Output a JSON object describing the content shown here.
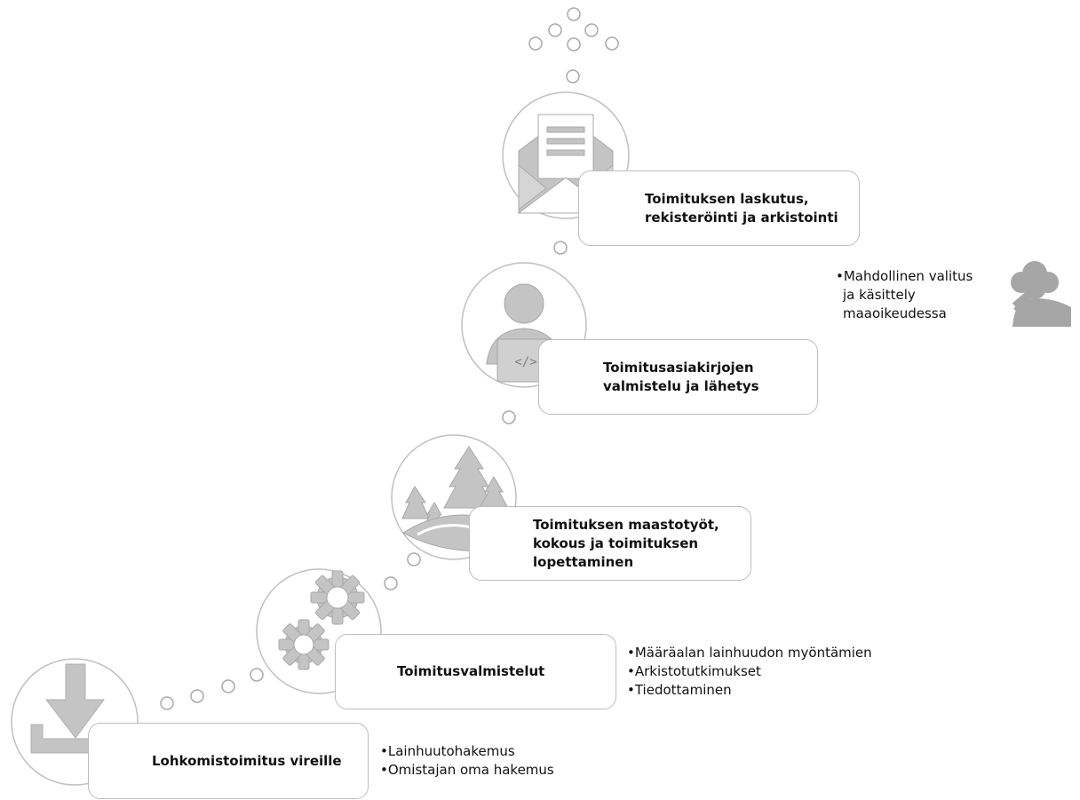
{
  "steps": [
    {
      "title": "Lohkomistoimitus vireille",
      "icon": "download-icon",
      "notes": [
        "Lainhuutohakemus",
        "Omistajan oma hakemus"
      ]
    },
    {
      "title": "Toimitusvalmistelut",
      "icon": "gears-icon",
      "notes": [
        "Määräalan lainhuudon myöntämien",
        "Arkistotutkimukset",
        "Tiedottaminen"
      ]
    },
    {
      "title_lines": [
        "Toimituksen maastotyöt,",
        "kokous ja toimituksen",
        "lopettaminen"
      ],
      "icon": "forest-icon"
    },
    {
      "title_lines": [
        "Toimitusasiakirjojen",
        "valmistelu ja lähetys"
      ],
      "icon": "person-laptop-icon",
      "notes": [
        "Mahdollinen valitus",
        "ja käsittely",
        "maaoikeudessa"
      ],
      "notes_icon": "judge-icon"
    },
    {
      "title_lines": [
        "Toimituksen laskutus,",
        "rekisteröinti ja arkistointi"
      ],
      "icon": "envelope-document-icon"
    }
  ],
  "colors": {
    "icon_fill": "#c4c4c4",
    "icon_stroke": "#a9a9a9",
    "circle_stroke": "#bfbfbf",
    "judge_fill": "#a6a6a6"
  }
}
